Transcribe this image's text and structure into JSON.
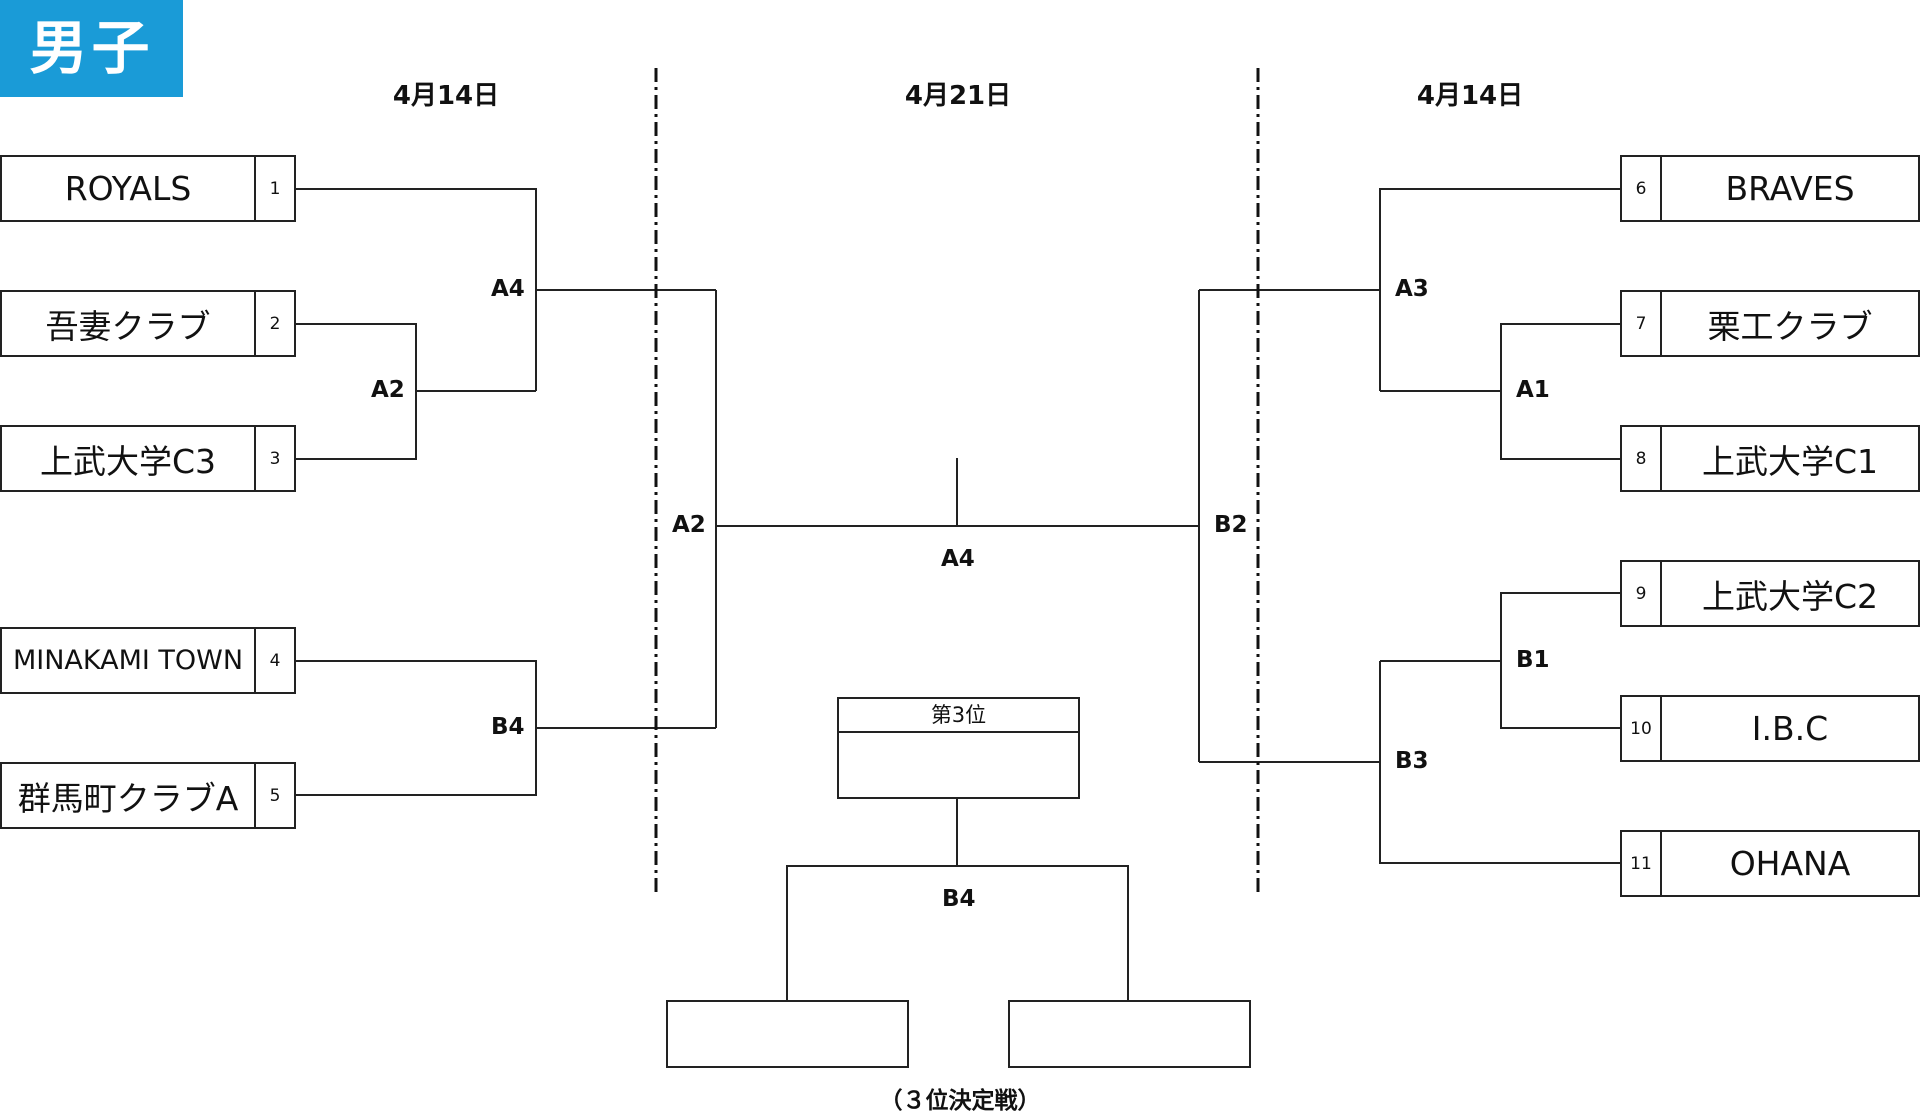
{
  "header": {
    "division": "男子"
  },
  "dates": {
    "left": "4月14日",
    "center": "4月21日",
    "right": "4月14日"
  },
  "teams": [
    {
      "seed": "1",
      "name": "ROYALS"
    },
    {
      "seed": "2",
      "name": "吾妻クラブ"
    },
    {
      "seed": "3",
      "name": "上武大学C3"
    },
    {
      "seed": "4",
      "name": "MINAKAMI TOWN"
    },
    {
      "seed": "5",
      "name": "群馬町クラブA"
    },
    {
      "seed": "6",
      "name": "BRAVES"
    },
    {
      "seed": "7",
      "name": "栗工クラブ"
    },
    {
      "seed": "8",
      "name": "上武大学C1"
    },
    {
      "seed": "9",
      "name": "上武大学C2"
    },
    {
      "seed": "10",
      "name": "I.B.C"
    },
    {
      "seed": "11",
      "name": "OHANA"
    }
  ],
  "matches": {
    "left_a2": "A2",
    "left_a4": "A4",
    "left_b4": "B4",
    "semi_left": "A2",
    "final": "A4",
    "semi_right": "B2",
    "right_a3": "A3",
    "right_a1": "A1",
    "right_b1": "B1",
    "right_b3": "B3",
    "third_place": "B4"
  },
  "third_place": {
    "title": "第3位",
    "caption": "（３位決定戦）"
  }
}
